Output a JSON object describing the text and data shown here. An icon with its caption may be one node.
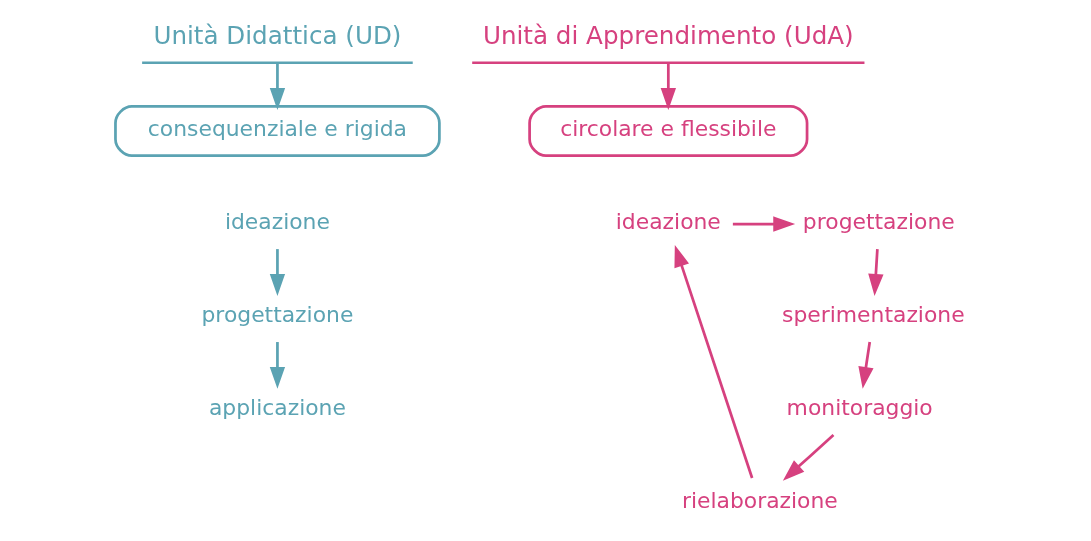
{
  "diagram": {
    "nodes": [
      {
        "text": [
          "Unità Didattica (UD)"
        ]
      },
      {
        "text": [
          "consequenziale e rigida"
        ]
      },
      {
        "text": [
          "Unità di Apprendimento (UdA)"
        ]
      },
      {
        "text": [
          "circolare e flessibile"
        ]
      },
      {
        "text": [
          "ideazione"
        ]
      },
      {
        "text": [
          "progettazione"
        ]
      },
      {
        "text": [
          "applicazione"
        ]
      },
      {
        "text": [
          "ideazione"
        ]
      },
      {
        "text": [
          "progettazione"
        ]
      },
      {
        "text": [
          "sperimentazione"
        ]
      },
      {
        "text": [
          "monitoraggio"
        ]
      },
      {
        "text": [
          "rielaborazione"
        ]
      }
    ],
    "edges": [
      {
        "from": 0,
        "to": 1,
        "arrow": "to",
        "color": "#5ba3b3"
      },
      {
        "from": 2,
        "to": 3,
        "arrow": "to"
      },
      {
        "from": 4,
        "to": 5,
        "arrow": "to",
        "color": "#5ba3b3"
      },
      {
        "from": 5,
        "to": 6,
        "arrow": "to",
        "color": "#5ba3b3"
      },
      {
        "from": 7,
        "to": 8,
        "arrow": "to"
      },
      {
        "from": 8,
        "to": 9,
        "arrow": "to"
      },
      {
        "from": 9,
        "to": 10,
        "arrow": "to"
      },
      {
        "from": 10,
        "to": 11,
        "arrow": "to"
      },
      {
        "from": 11,
        "to": 7,
        "arrow": "to"
      }
    ]
  }
}
